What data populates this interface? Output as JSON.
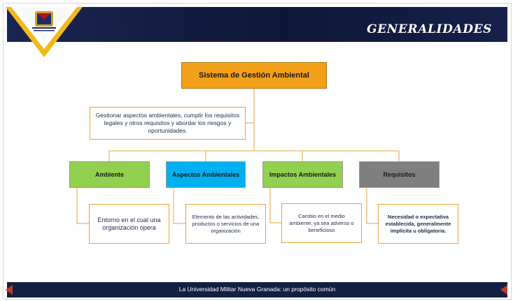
{
  "header": {
    "title": "GENERALIDADES"
  },
  "diagram": {
    "root": "Sistema de Gestión Ambiental",
    "intro": "Gestionar aspectos ambientales, cumplir los requisitos legales y otros requisitos y abordar los riesgos y oportunidades.",
    "categories": [
      {
        "label": "Ambiente",
        "description": "Entorno en el cual una organización opera",
        "color": "#92d050"
      },
      {
        "label": "Aspectos Ambientales",
        "description": "Elemento de las actividades, productos o servicios de una organización",
        "color": "#00b0f0"
      },
      {
        "label": "Impactos Ambientales",
        "description": "Cambio en el medio ambiente, ya sea adverso o beneficioso",
        "color": "#92d050"
      },
      {
        "label": "Requisitos",
        "description": "Necesidad o expectativa establecida, generalmente implícita u obligatoria.",
        "color": "#7f7f7f"
      }
    ],
    "accent_color": "#f29f1a"
  },
  "footer": {
    "tagline": "La Universidad Militar Nueva Granada: un propósito común"
  },
  "icons": [
    "university-logo-icon",
    "prev-slide-arrow-icon",
    "next-slide-arrow-icon"
  ]
}
